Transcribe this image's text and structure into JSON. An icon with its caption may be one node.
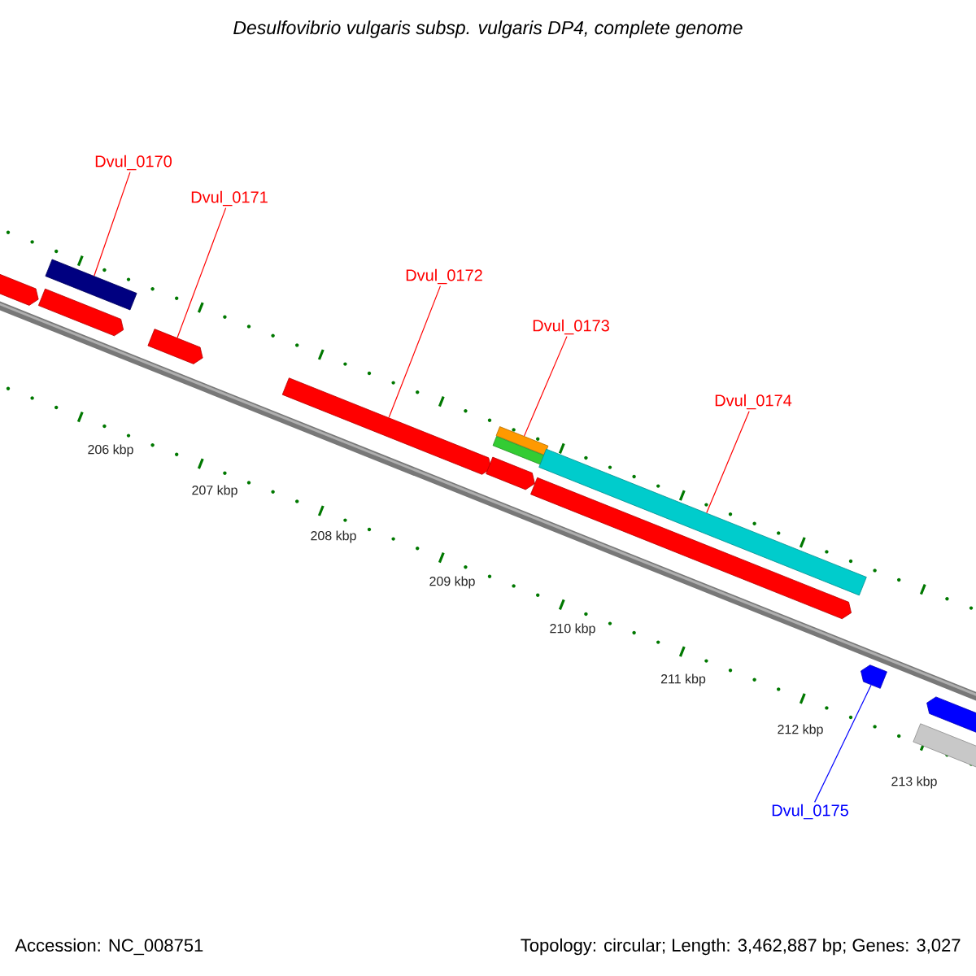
{
  "diagram": {
    "title": "Desulfovibrio vulgaris subsp. vulgaris DP4, complete genome",
    "nodes": [
      {
        "text": [
          "Dvul_0170"
        ]
      },
      {
        "text": [
          "Dvul_0171"
        ]
      },
      {
        "text": [
          "Dvul_0172"
        ]
      },
      {
        "text": [
          "Dvul_0173"
        ]
      },
      {
        "text": [
          "Dvul_0174"
        ]
      },
      {
        "text": [],
        "shape": "pentagon"
      },
      {
        "text": [],
        "shape": "bar"
      },
      {
        "text": [],
        "shape": "pentagon"
      },
      {
        "text": [],
        "shape": "pentagon"
      },
      {
        "text": [],
        "shape": "pentagon"
      },
      {
        "text": [],
        "shape": "bar"
      },
      {
        "text": [],
        "shape": "bar"
      },
      {
        "text": [],
        "shape": "bar"
      },
      {
        "text": [],
        "shape": "pentagon"
      },
      {
        "text": [],
        "shape": "pentagon"
      },
      {
        "text": [],
        "shape": "pentagon"
      },
      {
        "text": [],
        "shape": "pentagon"
      },
      {
        "text": [],
        "shape": "bar"
      },
      {
        "text": [
          "Dvul_0175"
        ]
      }
    ],
    "edges": [
      {
        "from": 0,
        "to": 6,
        "arrow": "none"
      },
      {
        "from": 1,
        "to": 8,
        "arrow": "none"
      },
      {
        "from": 2,
        "to": 9,
        "arrow": "none"
      },
      {
        "from": 3,
        "to": 10,
        "arrow": "none"
      },
      {
        "from": 4,
        "to": 12,
        "arrow": "none"
      },
      {
        "from": 18,
        "to": 15,
        "arrow": "none",
        "color": "#0000ff"
      }
    ],
    "labels": [
      "206 kbp",
      "207 kbp",
      "208 kbp",
      "209 kbp",
      "210 kbp",
      "211 kbp",
      "212 kbp",
      "213 kbp",
      "Accession: NC_008751",
      "Topology: circular; Length: 3,462,887 bp; Genes: 3,027"
    ]
  }
}
